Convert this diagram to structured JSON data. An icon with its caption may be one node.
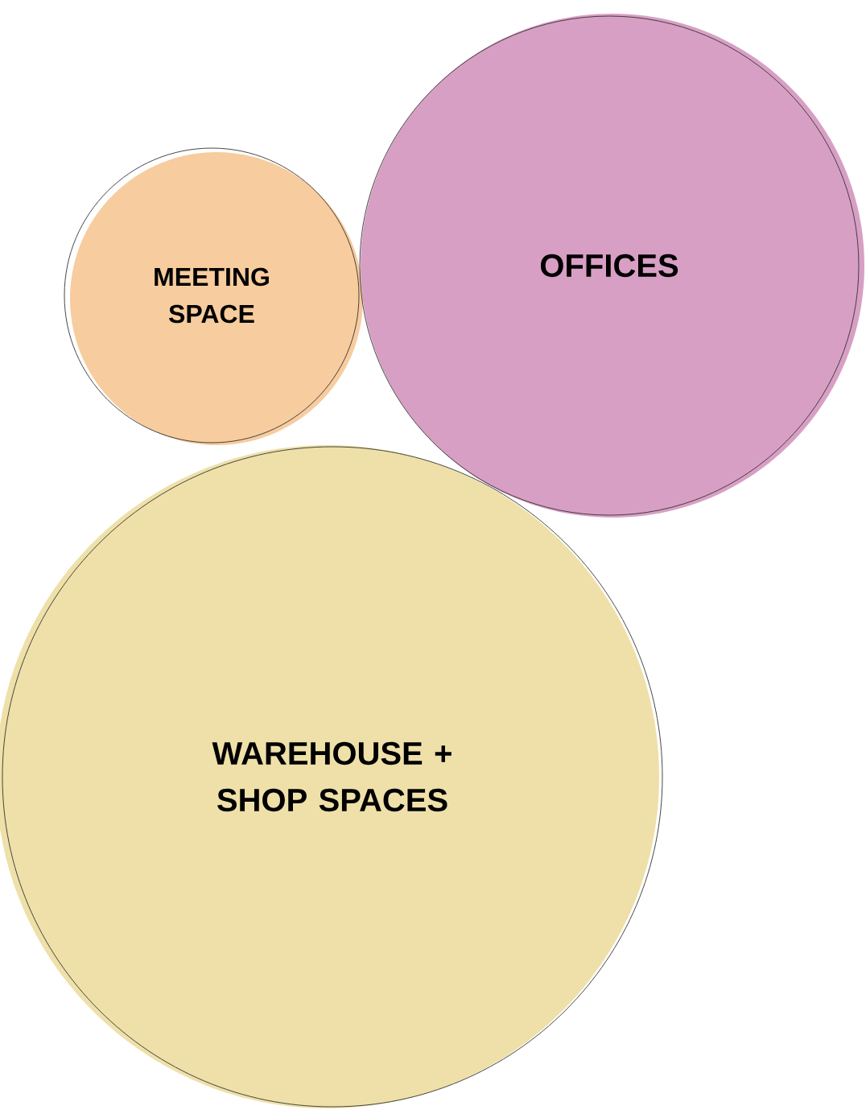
{
  "diagram": {
    "nodes": [
      {
        "text": [
          "MEETING SPACE"
        ]
      },
      {
        "text": [
          "OFFICES"
        ]
      },
      {
        "text": [
          "WAREHOUSE + SHOP SPACES"
        ]
      }
    ]
  }
}
